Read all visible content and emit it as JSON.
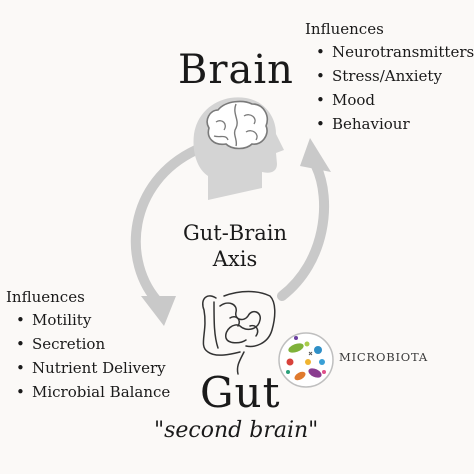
{
  "brain": {
    "title": "Brain",
    "influences_title": "Influences",
    "influences": [
      "Neurotransmitters",
      "Stress/Anxiety",
      "Mood",
      "Behaviour"
    ]
  },
  "center": {
    "line1": "Gut-Brain",
    "line2": "Axis"
  },
  "gut": {
    "title": "Gut",
    "subtitle": "\"second brain\"",
    "influences_title": "Influences",
    "influences": [
      "Motility",
      "Secretion",
      "Nutrient Delivery",
      "Microbial Balance"
    ]
  },
  "microbiota": {
    "label": "MICROBIOTA"
  },
  "colors": {
    "background": "#fbf9f7",
    "arrow": "#c9c9c9",
    "head": "#d4d4d4",
    "text": "#1a1a1a"
  },
  "icons": [
    "head-brain-icon",
    "intestine-icon",
    "microbiota-icon"
  ]
}
